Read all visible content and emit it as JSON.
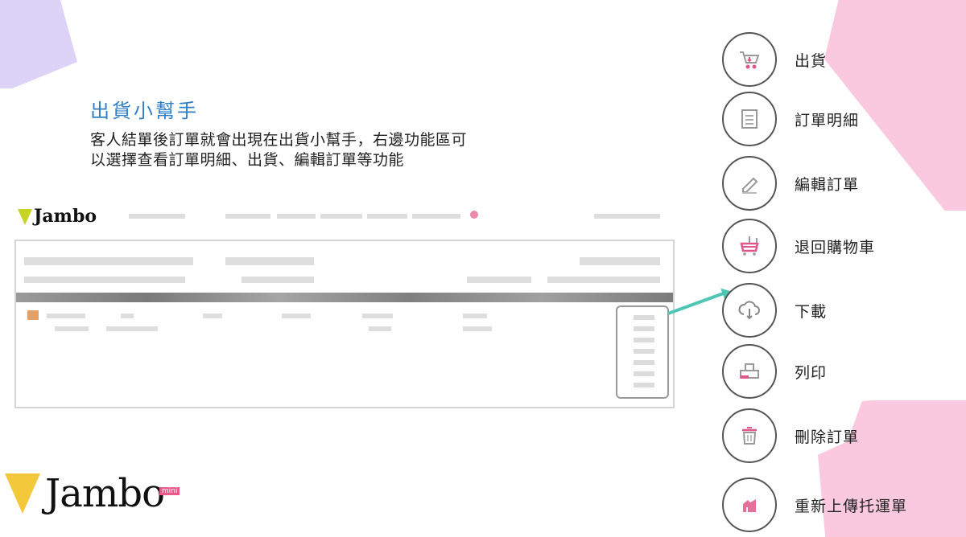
{
  "slide": {
    "title": "出貨小幫手",
    "description": "客人結單後訂單就會出現在出貨小幫手，右邊功能區可以選擇查看訂單明細、出貨、編輯訂單等功能",
    "description_line1": "客人結單後訂單就會出現在出貨小幫手，右邊功能區可",
    "description_line2": "以選擇查看訂單明細、出貨、編輯訂單等功能"
  },
  "embedded_screenshot": {
    "logo_text": "Jambo",
    "note": "blurred app preview",
    "accent_colors": {
      "notification_dot": "#ec8aa9",
      "row_icon": "#e5a06a",
      "arrow": "#4fc6b5"
    }
  },
  "functions": [
    {
      "label": "出貨",
      "icon": "shipping-cart-icon"
    },
    {
      "label": "訂單明細",
      "icon": "order-detail-icon"
    },
    {
      "label": "編輯訂單",
      "icon": "edit-pencil-icon"
    },
    {
      "label": "退回購物車",
      "icon": "return-cart-icon"
    },
    {
      "label": "下載",
      "icon": "cloud-download-icon"
    },
    {
      "label": "列印",
      "icon": "printer-icon"
    },
    {
      "label": "刪除訂單",
      "icon": "trash-icon"
    },
    {
      "label": "重新上傳托運單",
      "icon": "reupload-icon"
    }
  ],
  "brand": {
    "name": "Jambo",
    "tag": "mini"
  },
  "colors": {
    "title_blue": "#2f7fc8",
    "deco_purple": "#dcd3f7",
    "deco_pink": "#fbc9df",
    "icon_pink": "#e0568a"
  }
}
